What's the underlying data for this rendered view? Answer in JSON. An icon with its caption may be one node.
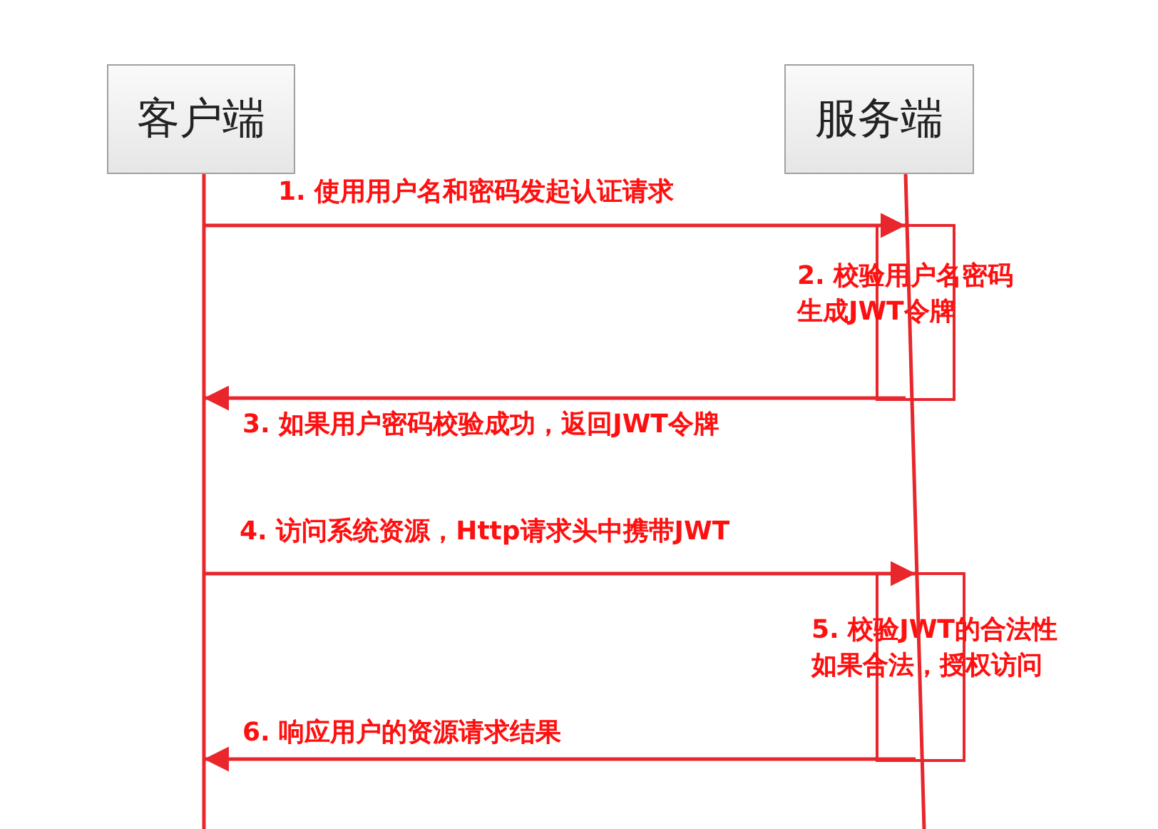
{
  "diagram": {
    "nodes": [
      {
        "text": [
          "客户端"
        ]
      },
      {
        "text": [
          "服务端"
        ]
      },
      {
        "text": [
          "2. 校验用户名密码生成JWT令牌"
        ]
      },
      {
        "text": [
          "5. 校验JWT的合法性如果合法，授权访问"
        ]
      },
      {
        "text": [],
        "shape": "bar"
      },
      {
        "text": [],
        "shape": "bar"
      }
    ],
    "edges": [
      {
        "from": 4,
        "to": 2,
        "arrow": "to",
        "label": "1. 使用用户名和密码发起认证请求"
      },
      {
        "from": 2,
        "to": 4,
        "arrow": "to",
        "label": "3. 如果用户密码校验成功，返回JWT令牌"
      },
      {
        "from": 4,
        "to": 3,
        "arrow": "to",
        "label": "4. 访问系统资源，Http请求头中携带JWT"
      },
      {
        "from": 3,
        "to": 4,
        "arrow": "to",
        "label": "6. 响应用户的资源请求结果"
      }
    ]
  }
}
